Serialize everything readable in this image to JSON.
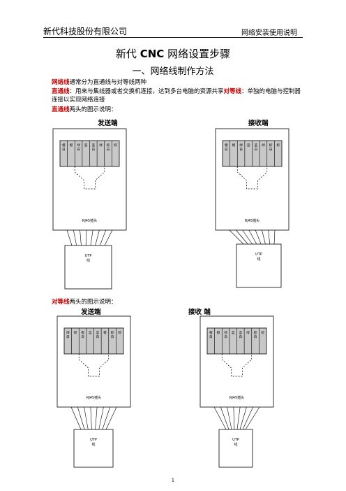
{
  "header": {
    "company": "新代科技股份有限公司",
    "doc_title": "网络安装使用说明"
  },
  "title": {
    "prefix": "新代",
    "brand": "CNC",
    "suffix": "网络设置步骤"
  },
  "section1": "一、网络线制作方法",
  "p1": {
    "hl": "网络线",
    "text": "通常分为直通线与对等线两种"
  },
  "p2": {
    "hl1": "直通线",
    "text1": "：用来与集线器或者交换机连接，达到多台电脑的资源共享",
    "hl2": "对等线",
    "text2": "：单独的电脑与控制器连接以实现网络连接"
  },
  "p3": {
    "hl": "直通线",
    "text": "两头的图示说明："
  },
  "p4": {
    "hl": "对等线",
    "text": "两头的图示说明："
  },
  "labels": {
    "send1": "发送端",
    "recv1": "接收端",
    "send2": "发送端",
    "recv2": "接收  端"
  },
  "diagram": {
    "rj45": "RJ45插头",
    "utf": "UTP",
    "utf2": "线"
  },
  "pins": {
    "d1": [
      "橙白",
      "橙",
      "绿白",
      "蓝",
      "蓝白",
      "绿",
      "棕白",
      "棕"
    ],
    "d2": [
      "橙白",
      "橙",
      "绿白",
      "蓝",
      "蓝白",
      "绿",
      "棕白",
      "棕"
    ],
    "d3": [
      "绿白",
      "绿",
      "橙白",
      "蓝",
      "蓝白",
      "橙",
      "棕白",
      "棕"
    ],
    "d4": [
      "橙白",
      "橙",
      "绿白",
      "蓝",
      "蓝白",
      "绿",
      "棕白",
      "棕"
    ]
  },
  "page": "1"
}
